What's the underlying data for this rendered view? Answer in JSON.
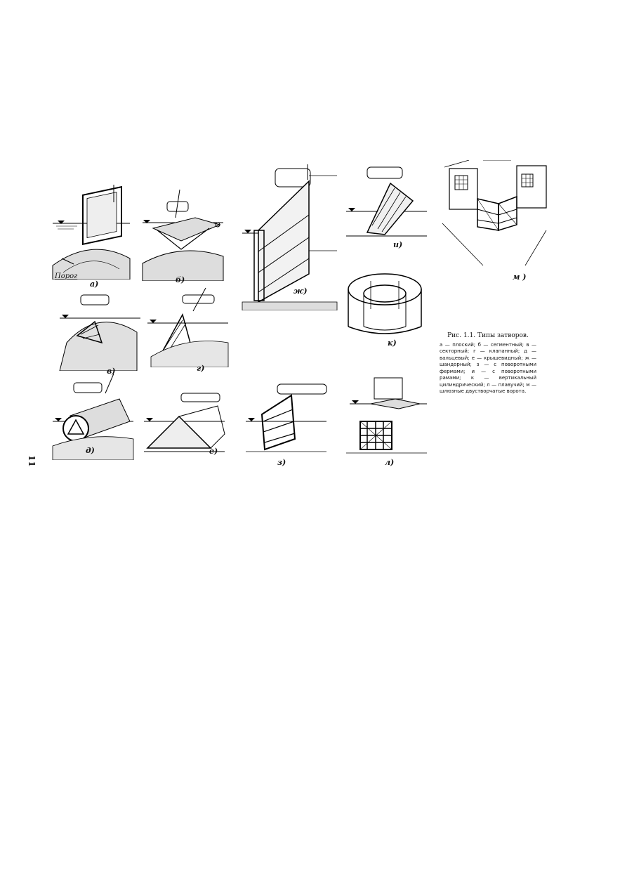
{
  "figure": {
    "panels": [
      {
        "key": "a",
        "label": "а)"
      },
      {
        "key": "b",
        "label": "б)"
      },
      {
        "key": "v",
        "label": "в)"
      },
      {
        "key": "g",
        "label": "г)"
      },
      {
        "key": "d",
        "label": "д)"
      },
      {
        "key": "e",
        "label": "е)"
      },
      {
        "key": "zh",
        "label": "ж)"
      },
      {
        "key": "z",
        "label": "з)"
      },
      {
        "key": "i",
        "label": "и)"
      },
      {
        "key": "k",
        "label": "к)"
      },
      {
        "key": "l",
        "label": "л)"
      },
      {
        "key": "m",
        "label": "м )"
      }
    ],
    "annotation_porog": "Порог",
    "caption_title": "Рис. 1.1. Типы затворов.",
    "caption_text": "а — плоский; б — сегментный; в — секторный; г — клапанный; д — вальцевый; е — крышевидный; ж — шандорный; з — с поворотными фермами; и — с поворотными рамами; к — вертикальный цилиндрический; л — плавучий; м — шлюзные двустворчатые ворота."
  },
  "page_number": "11"
}
